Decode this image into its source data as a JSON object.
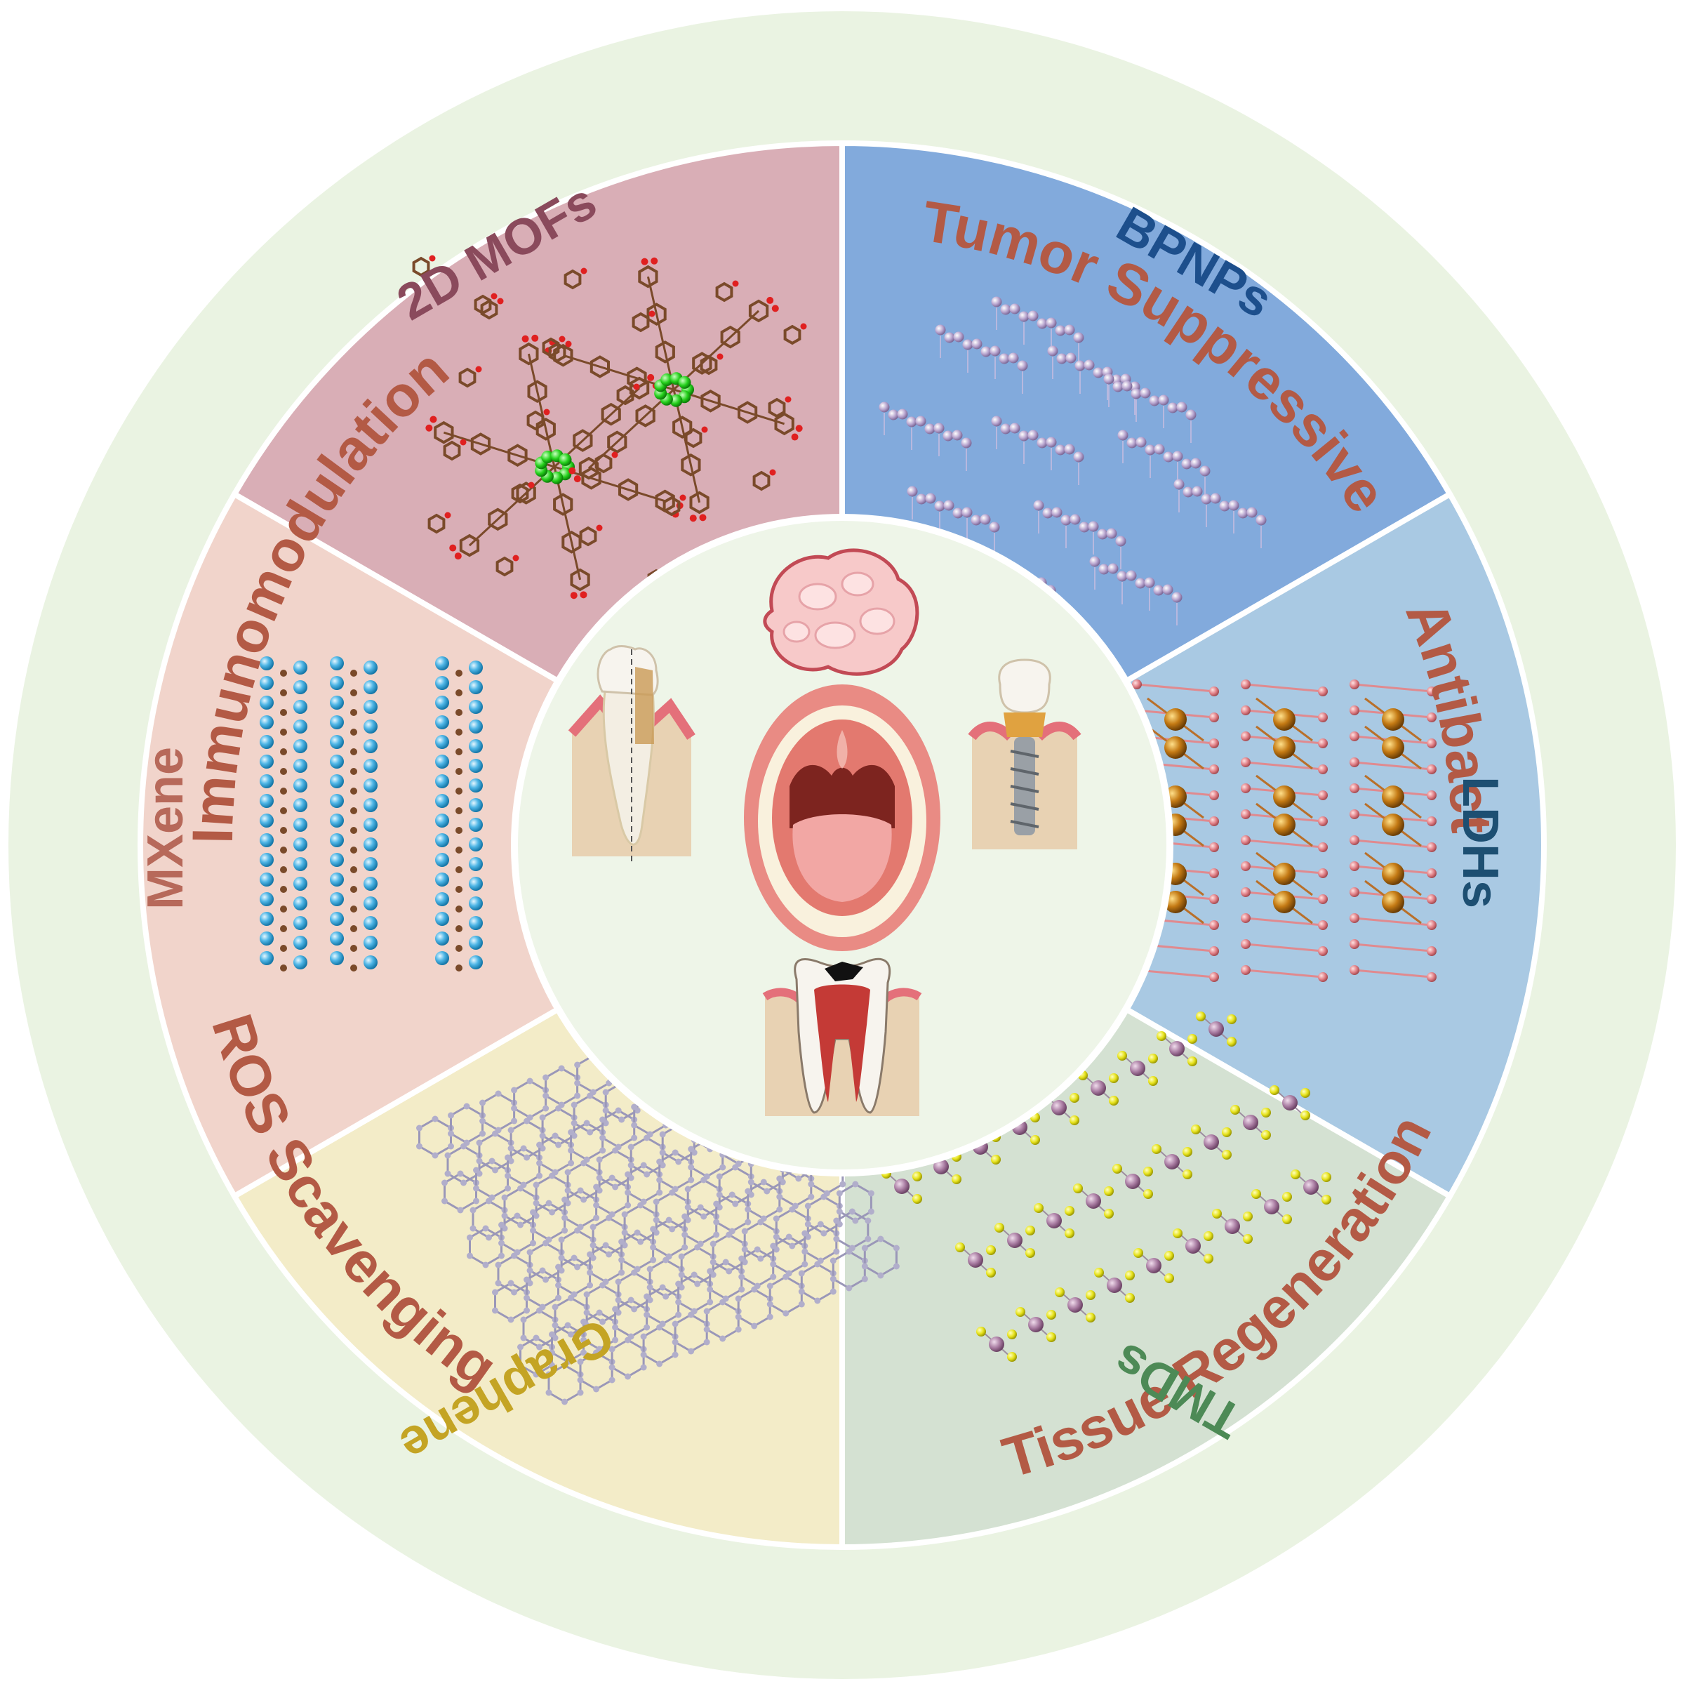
{
  "colors": {
    "outer_ring": "#eaf3e2",
    "ring_text": "#b35a45",
    "center_fill": "#eef5e8",
    "divider": "#ffffff"
  },
  "ring_labels": [
    {
      "id": "tumor",
      "text": "Tumor Suppressive"
    },
    {
      "id": "antibacterial",
      "text": "Antibacterial"
    },
    {
      "id": "tissue",
      "text": "Tissue Regeneration"
    },
    {
      "id": "ros",
      "text": "ROS Scavenging"
    },
    {
      "id": "immuno",
      "text": "Immunomodulation"
    }
  ],
  "sectors": [
    {
      "id": "mofs",
      "label": "2D MOFs",
      "fill": "#d9aeb6",
      "text_color": "#8a4a5c",
      "icon": "mof-framework-icon"
    },
    {
      "id": "bpnps",
      "label": "BPNPs",
      "fill": "#82aadc",
      "text_color": "#1d4f8c",
      "icon": "black-phosphorus-layers-icon"
    },
    {
      "id": "ldhs",
      "label": "LDHs",
      "fill": "#a9c9e3",
      "text_color": "#1d4f72",
      "icon": "ldh-lattice-icon"
    },
    {
      "id": "tmds",
      "label": "TMDs",
      "fill": "#d4e1d2",
      "text_color": "#4d8a56",
      "icon": "tmd-chains-icon"
    },
    {
      "id": "graphene",
      "label": "Graphene",
      "fill": "#f3ecc8",
      "text_color": "#c4a424",
      "icon": "graphene-lattice-icon"
    },
    {
      "id": "mxene",
      "label": "MXene",
      "fill": "#f1d4cb",
      "text_color": "#b7695a",
      "icon": "mxene-layers-icon"
    }
  ],
  "center_icons": [
    "tumor-icon",
    "periodontal-tooth-icon",
    "open-mouth-icon",
    "dental-implant-icon",
    "carious-tooth-icon"
  ]
}
